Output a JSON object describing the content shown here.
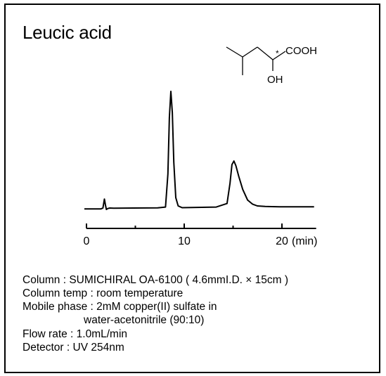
{
  "title": "Leucic acid",
  "structure": {
    "star": "*",
    "cooh": "COOH",
    "oh": "OH"
  },
  "chart_data": {
    "type": "line",
    "xlabel": "",
    "ylabel": "",
    "xunit": "(min)",
    "xlim": [
      0,
      23.5
    ],
    "ylim": [
      0,
      1
    ],
    "grid": false,
    "x_ticks": [
      "0",
      "10",
      "20"
    ],
    "x_tick_values": [
      0,
      10,
      20
    ],
    "series": [
      {
        "x": [
          0,
          1.0,
          1.7,
          1.9,
          2.05,
          2.15,
          2.25,
          2.4,
          2.6,
          3.0,
          5.0,
          7.5,
          8.3,
          8.55,
          8.7,
          8.85,
          9.0,
          9.15,
          9.35,
          9.6,
          10.0,
          11.5,
          13.5,
          14.6,
          14.9,
          15.1,
          15.3,
          15.5,
          15.8,
          16.2,
          16.7,
          17.2,
          17.7,
          18.5,
          20.0,
          21.5,
          23.5
        ],
        "y": [
          0.005,
          0.005,
          0.005,
          0.012,
          0.088,
          0.04,
          0.0,
          0.008,
          0.012,
          0.01,
          0.012,
          0.013,
          0.02,
          0.3,
          0.78,
          1.0,
          0.82,
          0.4,
          0.1,
          0.03,
          0.015,
          0.017,
          0.02,
          0.05,
          0.22,
          0.38,
          0.41,
          0.37,
          0.28,
          0.17,
          0.08,
          0.045,
          0.03,
          0.025,
          0.022,
          0.022,
          0.022
        ]
      }
    ]
  },
  "conditions": [
    "Column : SUMICHIRAL OA-6100 ( 4.6mmI.D. × 15cm )",
    "Column temp : room temperature",
    "Mobile phase : 2mM copper(II) sulfate in",
    "water-acetonitrile (90:10)",
    "Flow rate : 1.0mL/min",
    "Detector : UV 254nm"
  ]
}
